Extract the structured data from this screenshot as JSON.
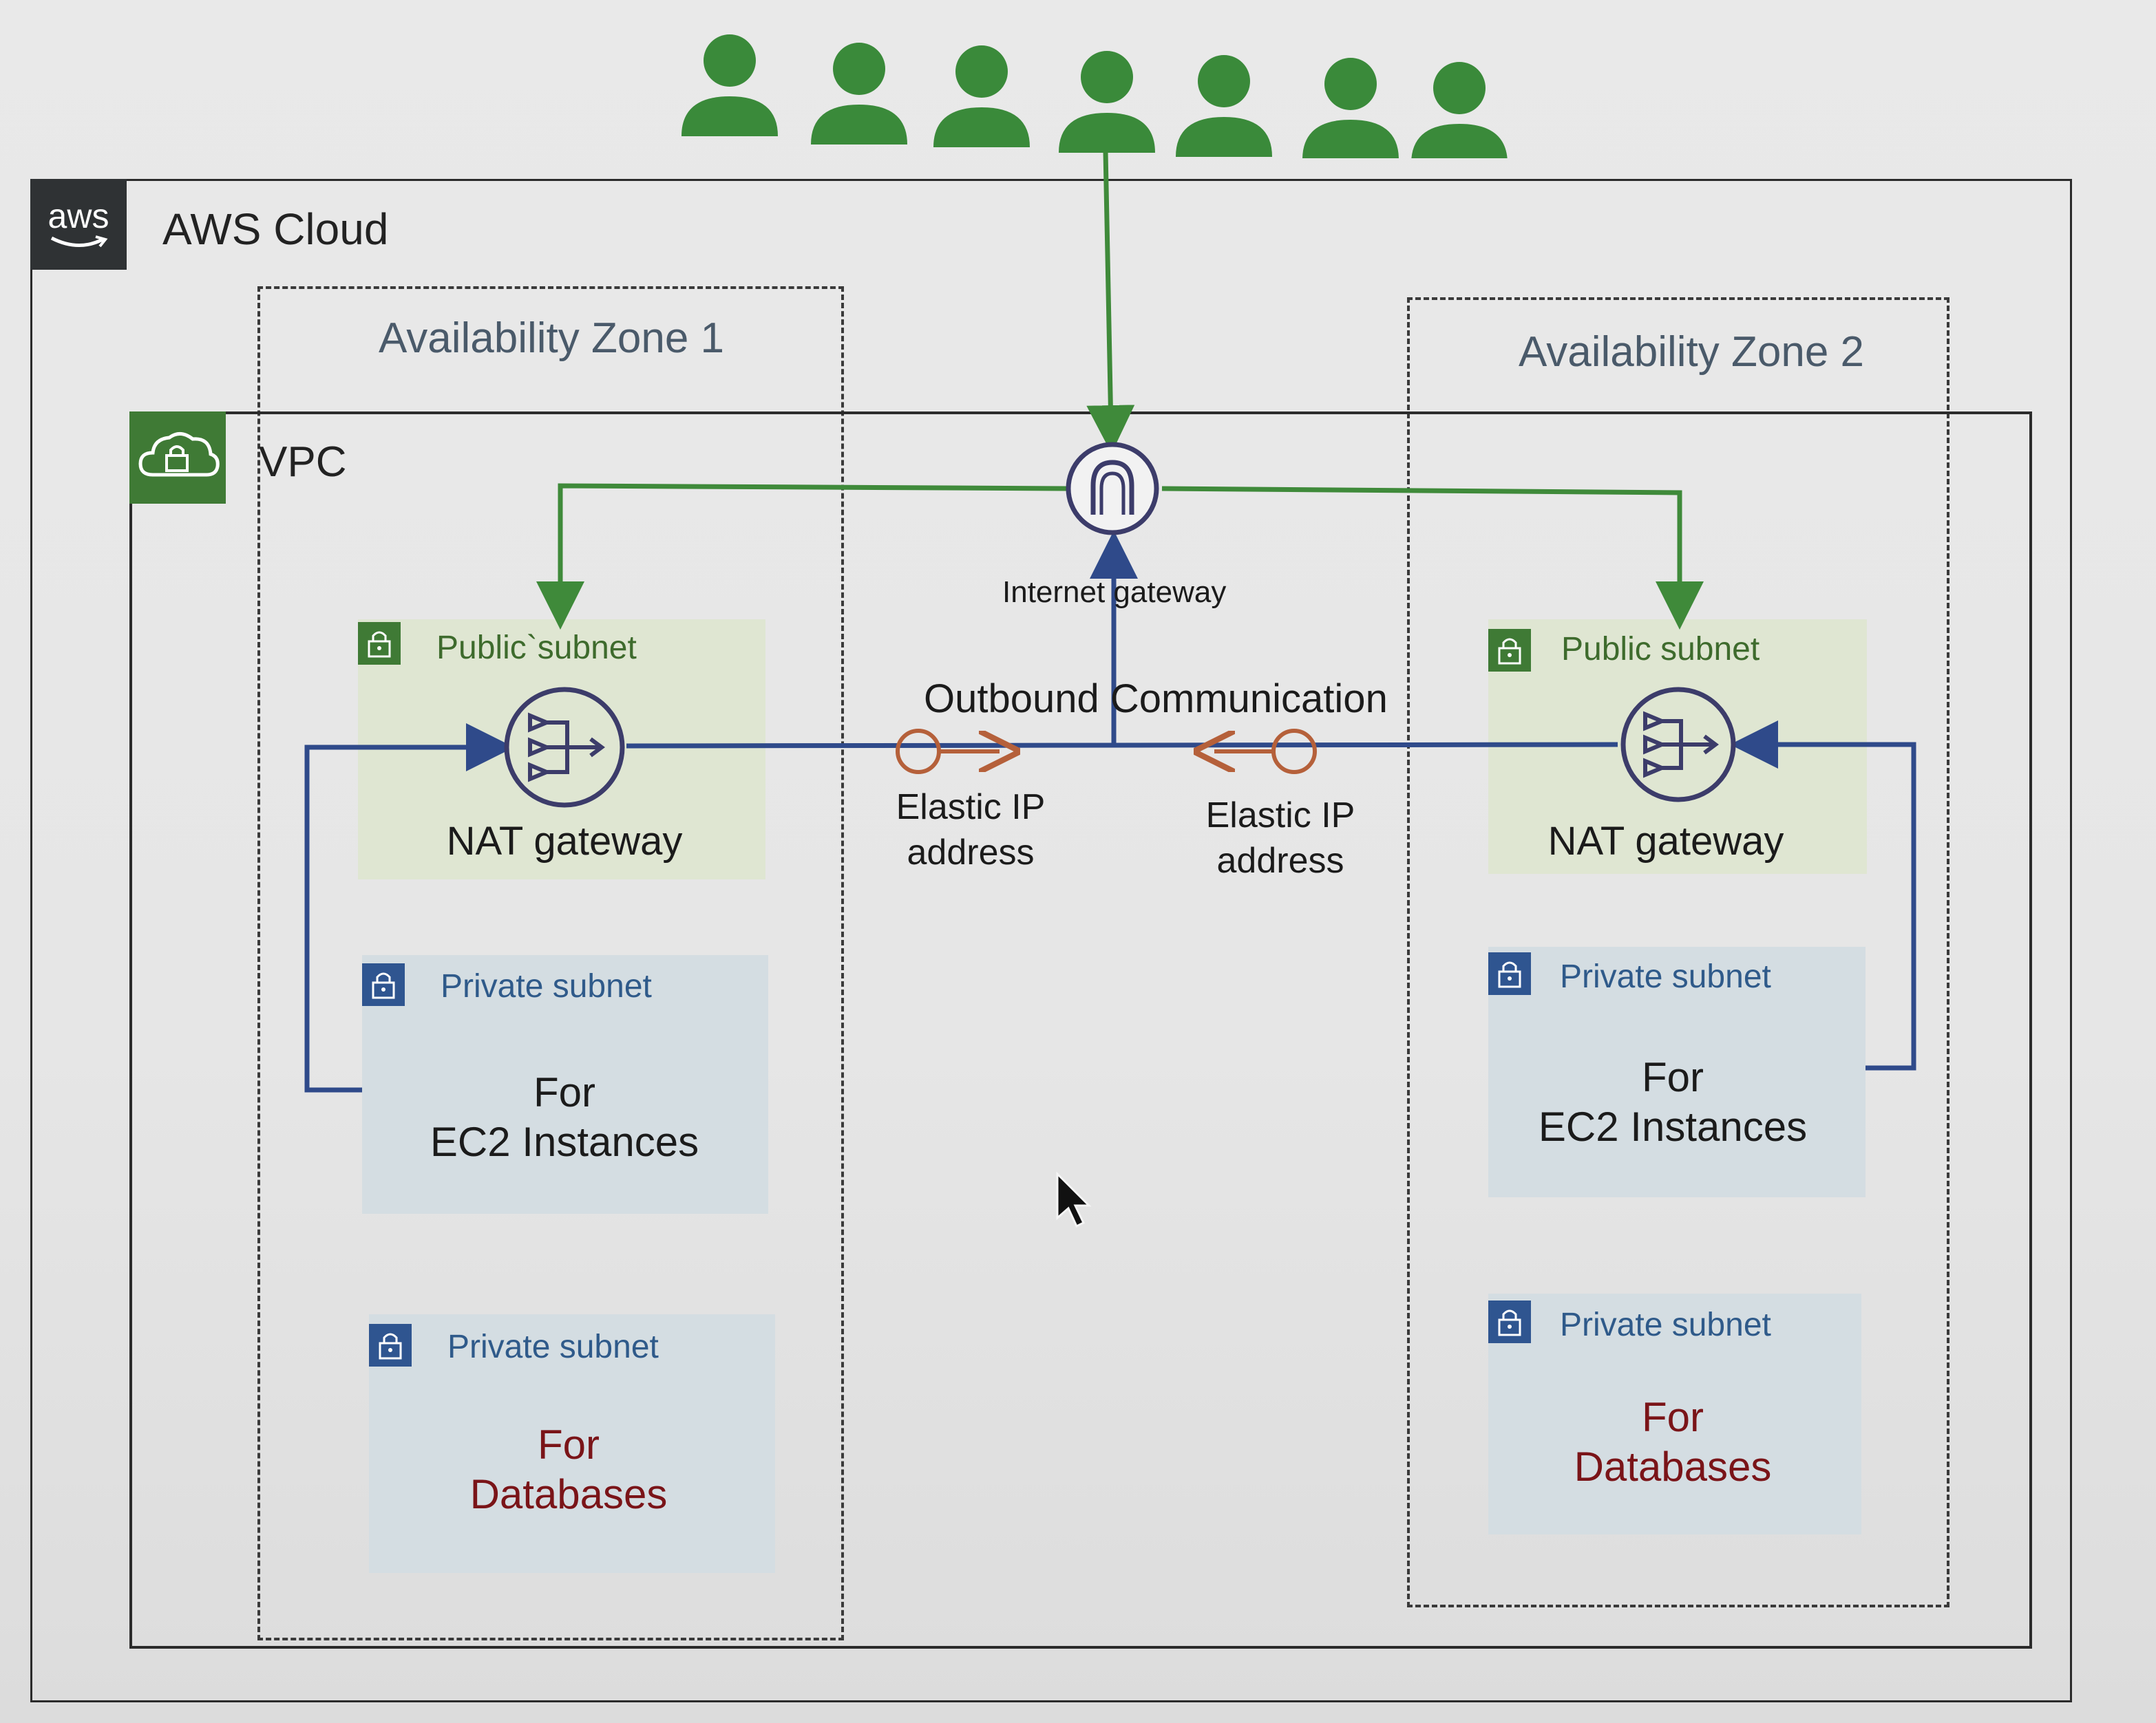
{
  "diagram": {
    "users_count": 7,
    "aws_badge_text": "aws",
    "cloud_title": "AWS Cloud",
    "vpc_title": "VPC",
    "zones": [
      {
        "title": "Availability Zone 1",
        "public_subnet": {
          "title": "Public`subnet",
          "nat_label": "NAT gateway"
        },
        "ec2_subnet": {
          "title": "Private subnet",
          "line1": "For",
          "line2": "EC2 Instances"
        },
        "db_subnet": {
          "title": "Private subnet",
          "line1": "For",
          "line2": "Databases"
        }
      },
      {
        "title": "Availability Zone 2",
        "public_subnet": {
          "title": "Public subnet",
          "nat_label": "NAT gateway"
        },
        "ec2_subnet": {
          "title": "Private subnet",
          "line1": "For",
          "line2": "EC2 Instances"
        },
        "db_subnet": {
          "title": "Private subnet",
          "line1": "For",
          "line2": "Databases"
        }
      }
    ],
    "internet_gateway_label": "Internet gateway",
    "outbound_label": "Outbound Communication",
    "elastic_ip_1": {
      "line1": "Elastic IP",
      "line2": "address"
    },
    "elastic_ip_2": {
      "line1": "Elastic IP",
      "line2": "address"
    },
    "colors": {
      "user_green": "#3a8a3a",
      "flow_green": "#3f8a3a",
      "flow_blue": "#2f4a8a",
      "eip_orange": "#b5603a",
      "db_text": "#7a1418"
    }
  }
}
